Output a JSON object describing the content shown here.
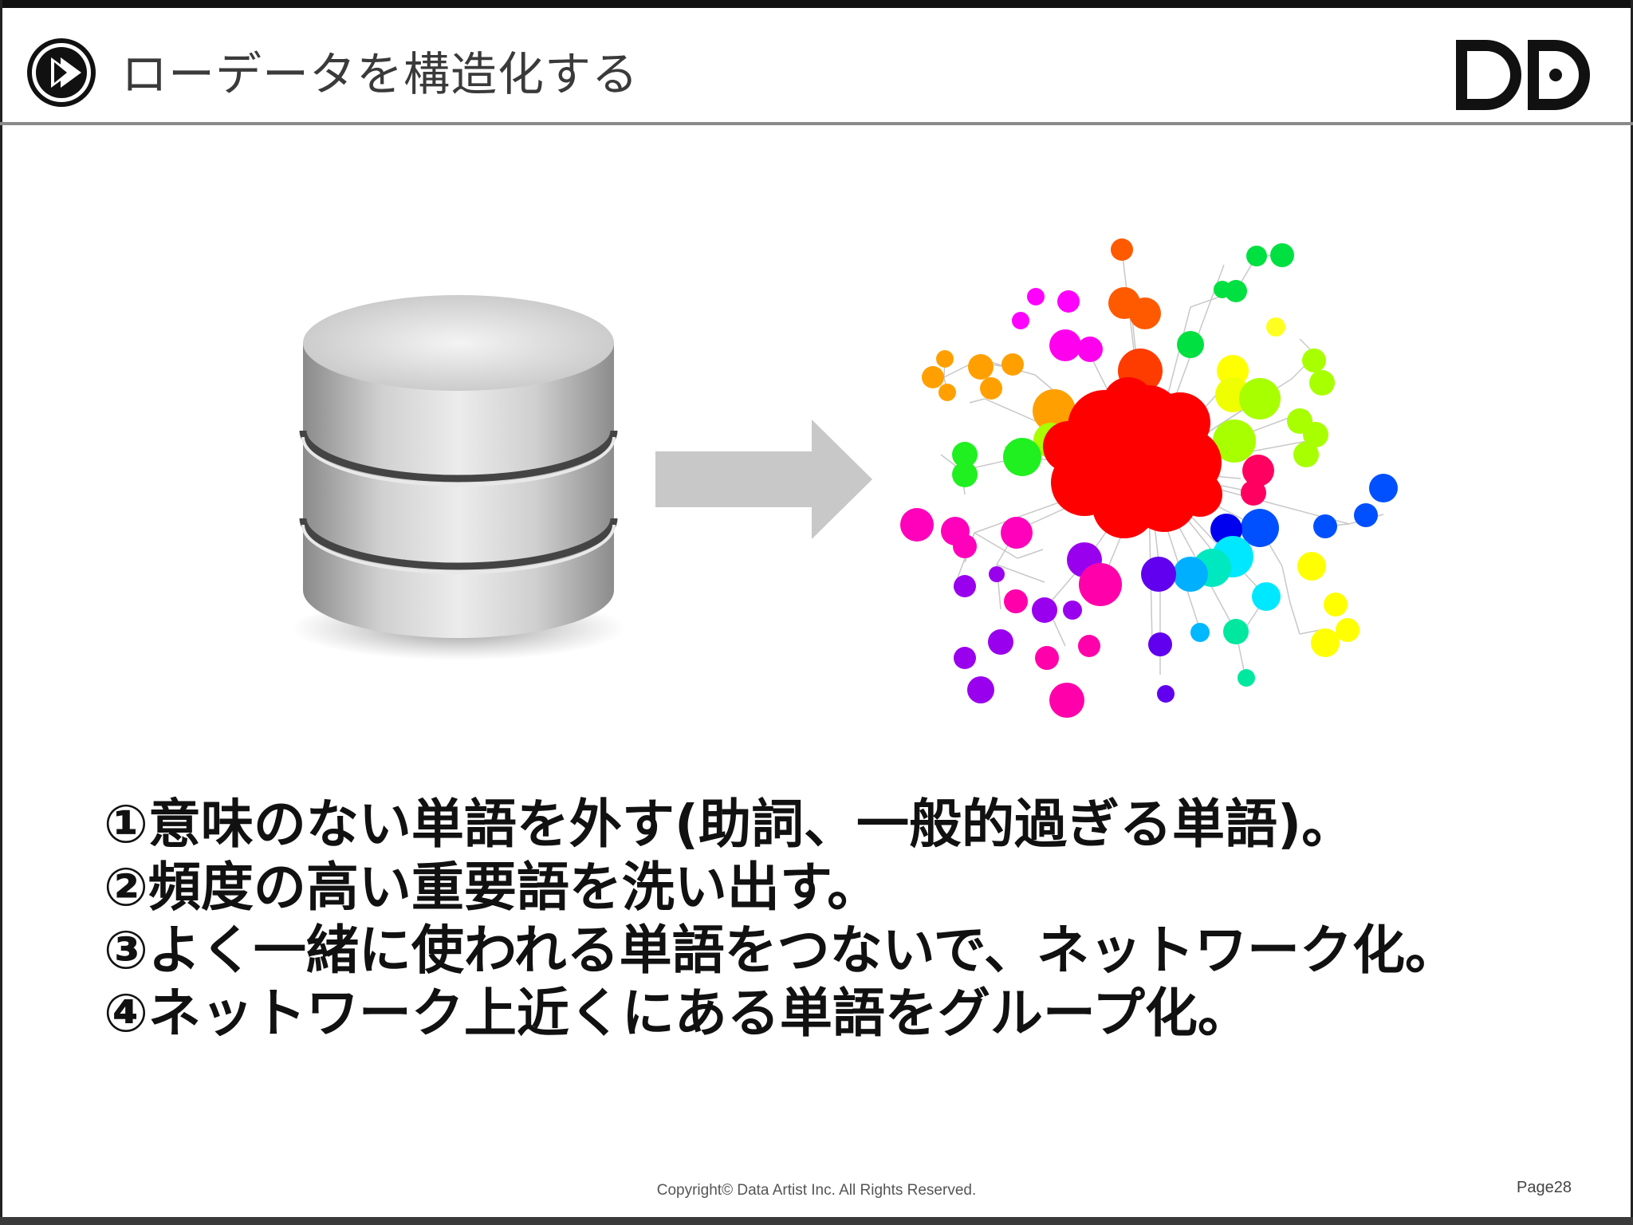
{
  "header": {
    "title": "ローデータを構造化する",
    "logo_text": "DD"
  },
  "figure": {
    "left_icon": "database-icon",
    "middle_icon": "right-arrow-icon",
    "right_icon": "network-graph-icon"
  },
  "steps": [
    "①意味のない単語を外す(助詞、一般的過ぎる単語)。",
    "②頻度の高い重要語を洗い出す。",
    "③よく一緒に使われる単語をつないで、ネットワーク化。",
    "④ネットワーク上近くにある単語をグループ化。"
  ],
  "footer": {
    "copyright": "Copyright© Data Artist Inc.   All Rights Reserved.",
    "page": "Page28"
  },
  "colors": {
    "title_text": "#3a3a3a",
    "header_line": "#8a8a8a",
    "cluster_center": "#ff0000"
  }
}
